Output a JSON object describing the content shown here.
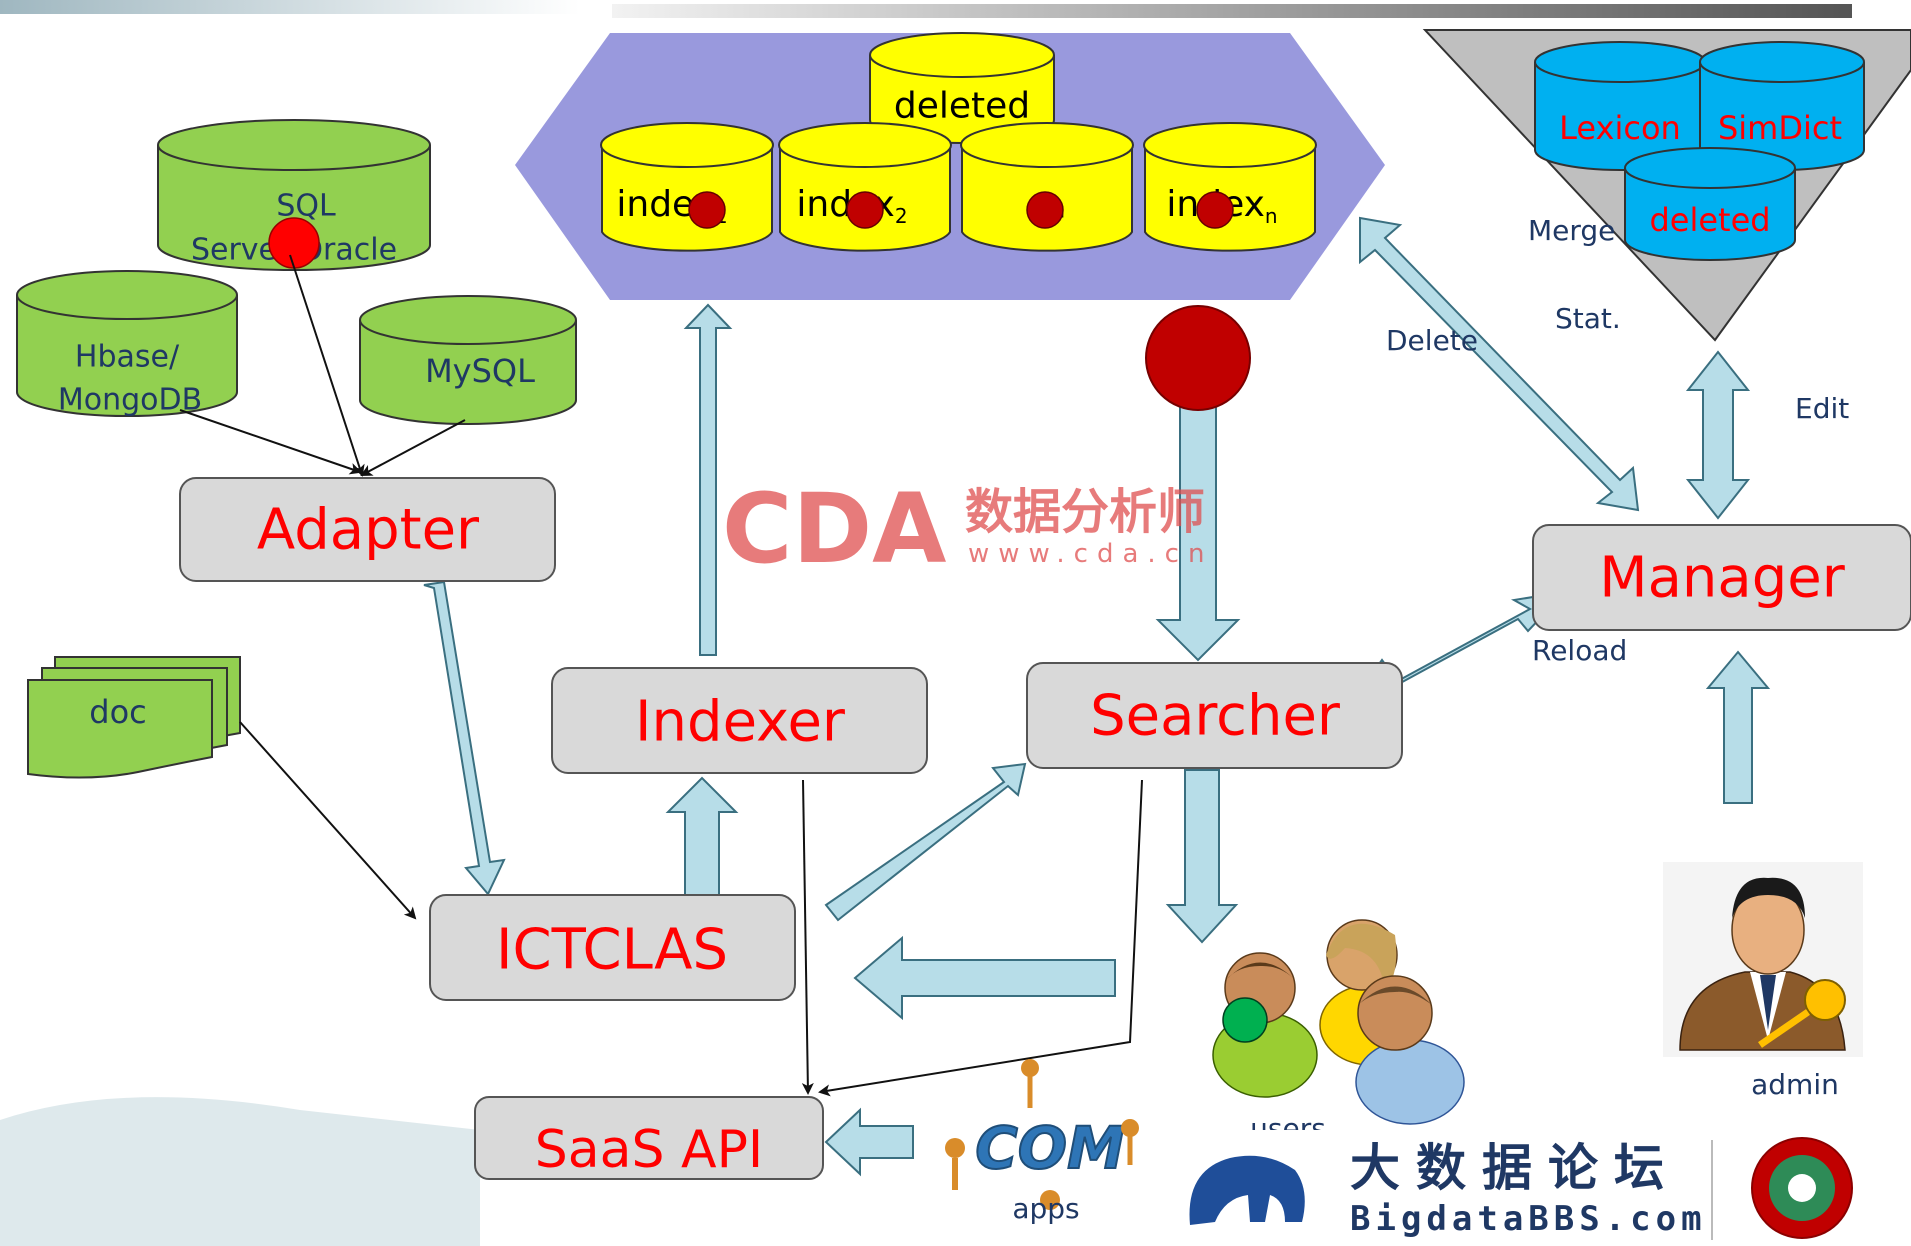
{
  "modules": {
    "adapter": "Adapter",
    "indexer": "Indexer",
    "searcher": "Searcher",
    "manager": "Manager",
    "ictclas": "ICTCLAS",
    "saas_api": "SaaS API"
  },
  "sources": {
    "sql_line1": "SQL",
    "sql_line2": "Server/Oracle",
    "hbase_line1": "Hbase/",
    "hbase_line2": "MongoDB",
    "mysql": "MySQL",
    "doc": "doc"
  },
  "index_store": {
    "deleted": "deleted",
    "index1": "index",
    "index1_sub": "1",
    "index2": "index",
    "index2_sub": "2",
    "index_more": "...",
    "indexn": "index",
    "indexn_sub": "n"
  },
  "dict_store": {
    "lexicon": "Lexicon",
    "simdict": "SimDict",
    "deleted": "deleted"
  },
  "annotations": {
    "merge": "Merge",
    "stat": "Stat.",
    "delete": "Delete",
    "edit": "Edit",
    "reload": "Reload"
  },
  "actors": {
    "users": "users",
    "admin": "admin",
    "apps": "apps",
    "apps_logo": "COM"
  },
  "watermark": {
    "brand": "CDA",
    "brand_cn": "数据分析师",
    "url": "www.cda.cn"
  },
  "footer_logo": {
    "title_cn": "大数据论坛",
    "site": "BigdataBBS.com"
  },
  "colors": {
    "module_text": "#ff0000",
    "module_fill": "#d9d9d9",
    "source_fill": "#92d050",
    "index_fill": "#ffff00",
    "index_panel": "#9999dd",
    "dict_fill": "#00b0f0",
    "dict_text": "#ff0000",
    "arrow_fill": "#b7dde8",
    "note_text": "#1f3864",
    "watermark": "#e05050"
  }
}
